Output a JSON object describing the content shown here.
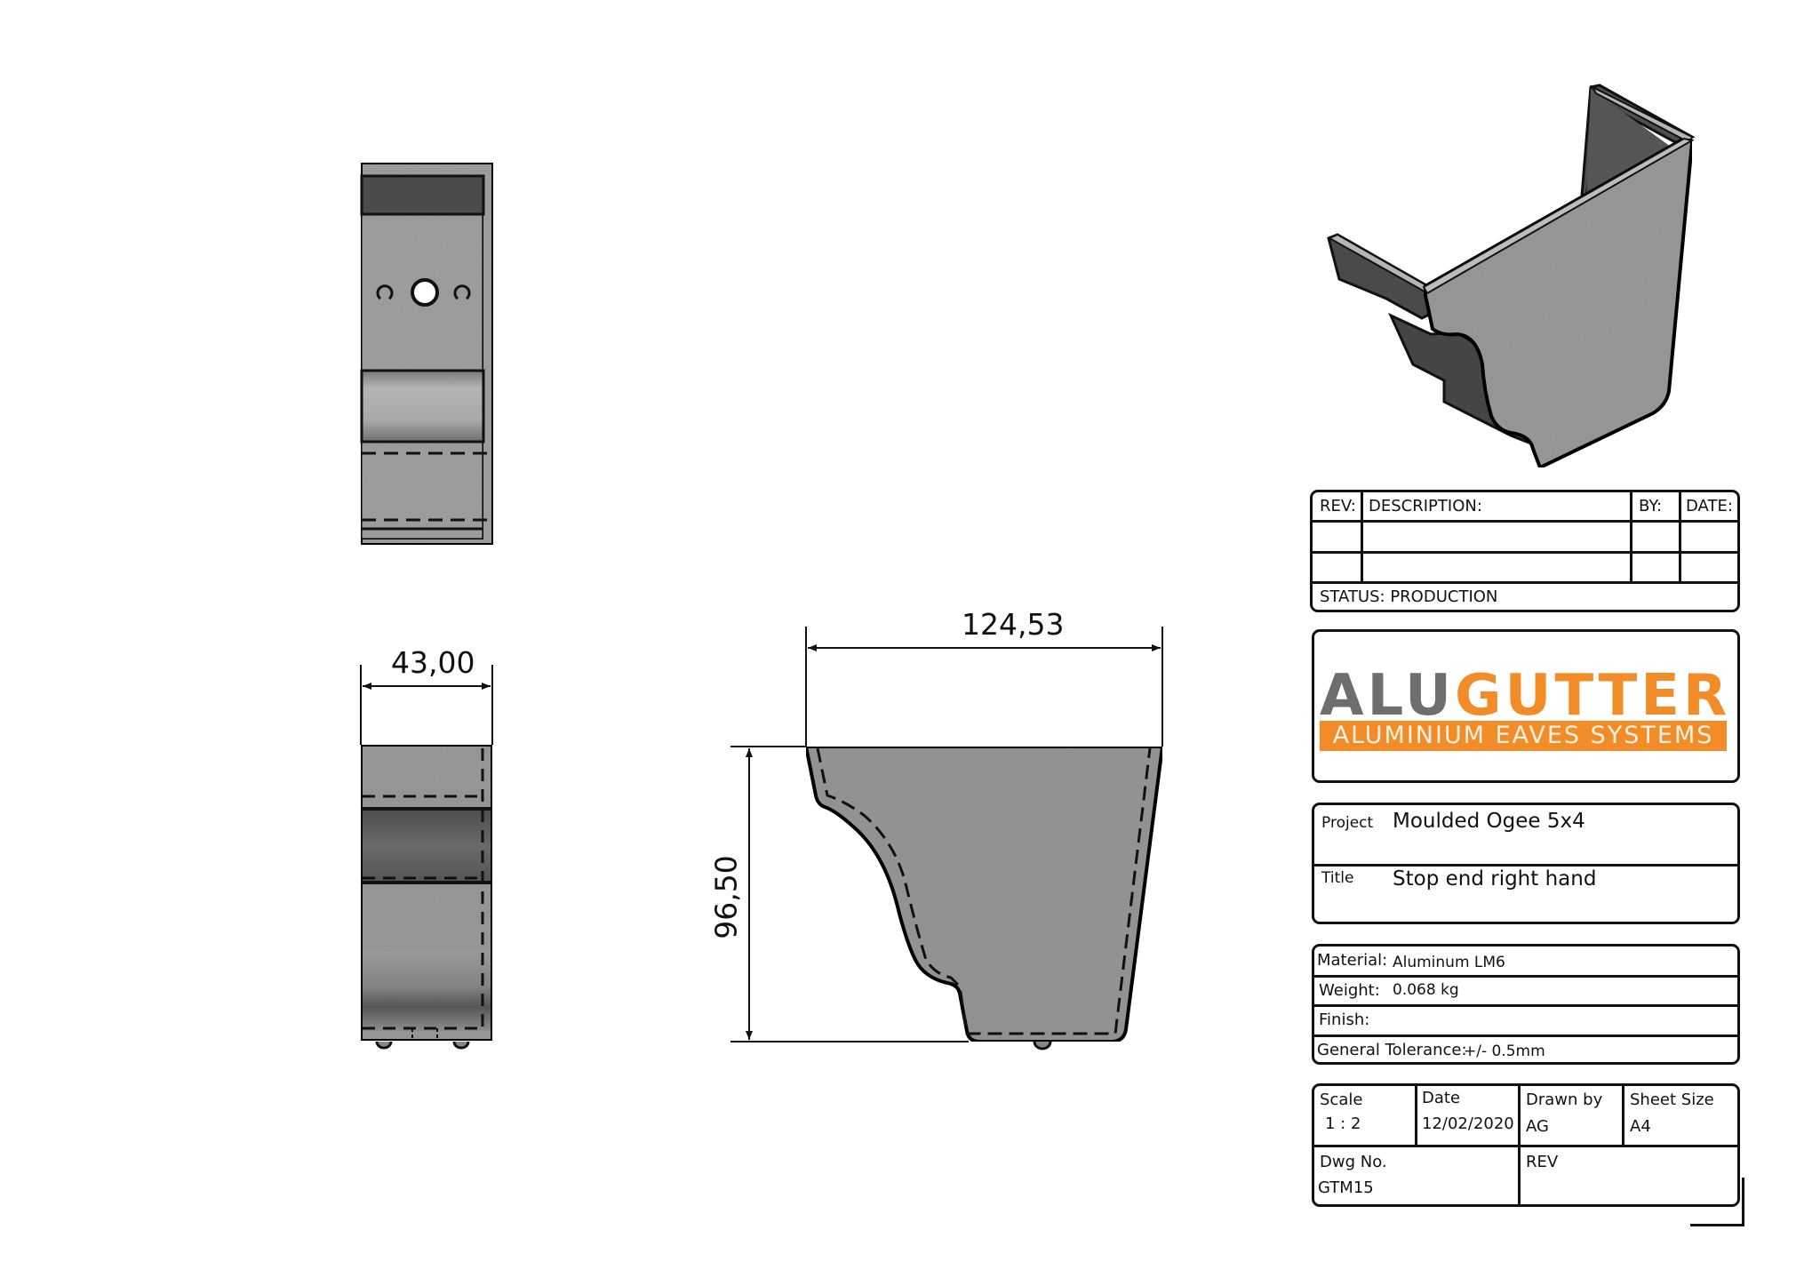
{
  "colors": {
    "part_fill": "#9a9a9a",
    "part_dark": "#4a4a4a",
    "part_shadow": "#6f6f6f",
    "line": "#111111",
    "brand_grey": "#6d6e70",
    "brand_orange": "#f28c28"
  },
  "views": {
    "top_view": {
      "name": "top-view"
    },
    "side_view": {
      "name": "side-view",
      "width_dim": "43,00"
    },
    "front_view": {
      "name": "front-view",
      "width_dim": "124,53",
      "height_dim": "96,50"
    },
    "iso_view": {
      "name": "isometric-view"
    }
  },
  "revision_table": {
    "headers": [
      "REV:",
      "DESCRIPTION:",
      "BY:",
      "DATE:"
    ],
    "rows": [
      [
        "",
        "",
        "",
        ""
      ],
      [
        "",
        "",
        "",
        ""
      ]
    ],
    "status": "STATUS: PRODUCTION"
  },
  "logo": {
    "word_grey": "ALU",
    "word_orange": "GUTTER",
    "tagline": "ALUMINIUM EAVES SYSTEMS"
  },
  "project_block": {
    "project_label": "Project",
    "project_value": "Moulded Ogee 5x4",
    "title_label": "Title",
    "title_value": "Stop end right hand"
  },
  "spec_block": {
    "material_label": "Material:",
    "material_value": "Aluminum LM6",
    "weight_label": "Weight:",
    "weight_value": "0.068 kg",
    "finish_label": "Finish:",
    "finish_value": "",
    "tolerance_label": "General Tolerance:",
    "tolerance_value": "+/- 0.5mm"
  },
  "info_block": {
    "scale_label": "Scale",
    "scale_value": "1 : 2",
    "date_label": "Date",
    "date_value": "12/02/2020",
    "drawn_by_label": "Drawn by",
    "drawn_by_value": "AG",
    "sheet_size_label": "Sheet Size",
    "sheet_size_value": "A4",
    "dwg_no_label": "Dwg No.",
    "dwg_no_value": "GTM15",
    "rev_label": "REV",
    "rev_value": ""
  }
}
